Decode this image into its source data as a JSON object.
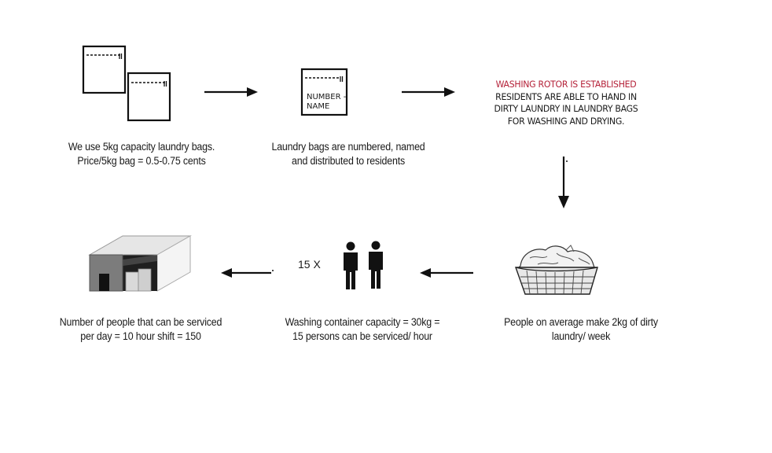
{
  "colors": {
    "accent_red": "#b5233a",
    "text": "#1a1a1a",
    "arrow": "#111111"
  },
  "step1": {
    "icon": "laundry-bags-icon",
    "caption_line1": "We use 5kg capacity laundry bags.",
    "caption_line2": "Price/5kg bag = 0.5-0.75 cents"
  },
  "step2": {
    "icon": "numbered-bag-icon",
    "bag_label_line1": "NUMBER -",
    "bag_label_line2": "NAME",
    "caption_line1": "Laundry bags are numbered, named",
    "caption_line2": "and distributed to residents"
  },
  "step3": {
    "heading": "WASHING ROTOR IS ESTABLISHED",
    "line1": "RESIDENTS ARE ABLE TO HAND IN",
    "line2": "DIRTY LAUNDRY IN LAUNDRY BAGS",
    "line3": "FOR WASHING AND DRYING."
  },
  "step4": {
    "icon": "laundry-basket-icon",
    "caption_line1": "People on average make 2kg of dirty",
    "caption_line2": "laundry/ week"
  },
  "step5": {
    "icon": "people-icon",
    "multiplier": "15 X",
    "caption_line1": "Washing container capacity = 30kg =",
    "caption_line2": "15 persons can be serviced/ hour"
  },
  "step6": {
    "icon": "shipping-container-icon",
    "caption_line1": "Number of people that can be serviced",
    "caption_line2": "per day = 10 hour shift = 150"
  }
}
